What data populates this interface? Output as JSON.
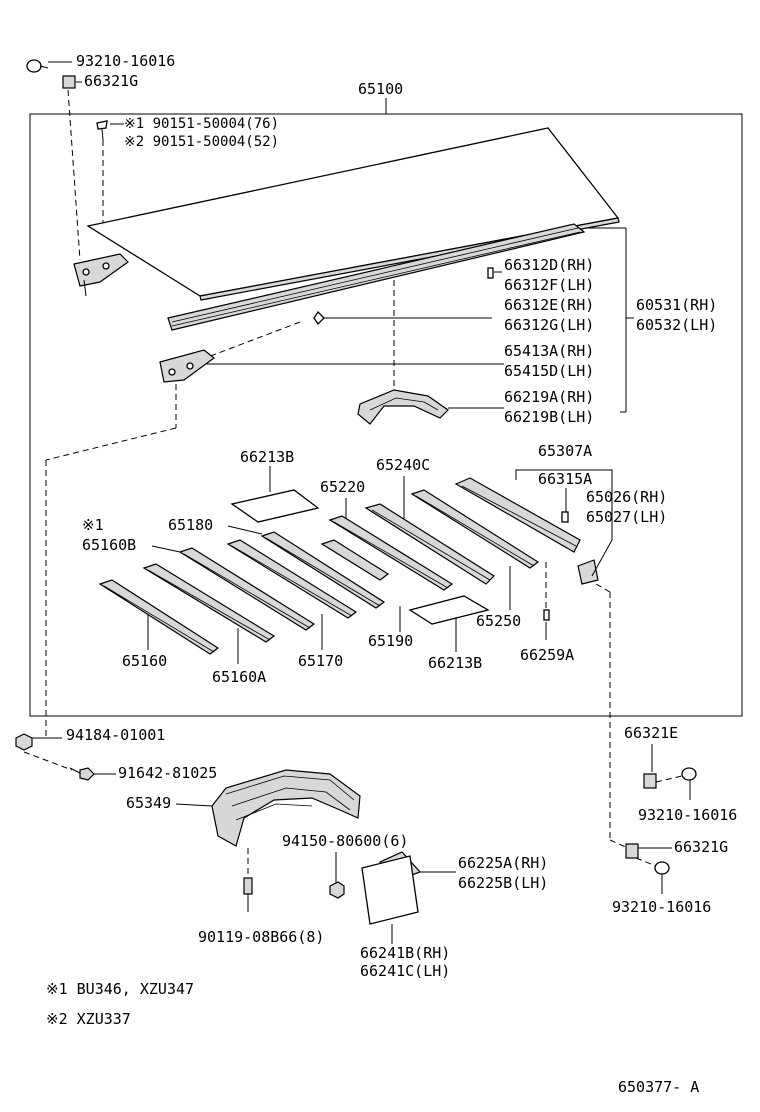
{
  "diagram": {
    "assembly_number": "65100",
    "figure_id": "650377- A",
    "labels": {
      "bolt_top_left": "93210-16016",
      "nut_top_left": "66321G",
      "screw_1": "※1 90151-50004(76)",
      "screw_2": "※2 90151-50004(52)",
      "seal_rh_1": "66312D(RH)",
      "seal_lh_1": "66312F(LH)",
      "seal_rh_2": "66312E(RH)",
      "seal_lh_2": "66312G(LH)",
      "rail_rh": "60531(RH)",
      "rail_lh": "60532(LH)",
      "bracket_rh": "65413A(RH)",
      "bracket_lh": "65415D(LH)",
      "frame_rh": "66219A(RH)",
      "frame_lh": "66219B(LH)",
      "pad_top": "66213B",
      "sill_65307a": "65307A",
      "part_66315a": "66315A",
      "part_65026": "65026(RH)",
      "part_65027": "65027(LH)",
      "member_65240c": "65240C",
      "member_65220": "65220",
      "member_65180": "65180",
      "note_1": "※1",
      "member_65160b": "65160B",
      "member_65160": "65160",
      "member_65160a": "65160A",
      "member_65170": "65170",
      "member_65190": "65190",
      "pad_bottom": "66213B",
      "member_65250": "65250",
      "part_66259a": "66259A",
      "nut_94184": "94184-01001",
      "bolt_91642": "91642-81025",
      "mudguard": "65349",
      "nut_94150": "94150-80600(6)",
      "bracket_66225a": "66225A(RH)",
      "bracket_66225b": "66225B(LH)",
      "bolt_90119": "90119-08B66(8)",
      "flap_66241b": "66241B(RH)",
      "flap_66241c": "66241C(LH)",
      "nut_66321e": "66321E",
      "bolt_right_1": "93210-16016",
      "nut_66321g_right": "66321G",
      "bolt_right_2": "93210-16016"
    },
    "footnotes": [
      "※1 BU346, XZU347",
      "※2 XZU337"
    ]
  }
}
